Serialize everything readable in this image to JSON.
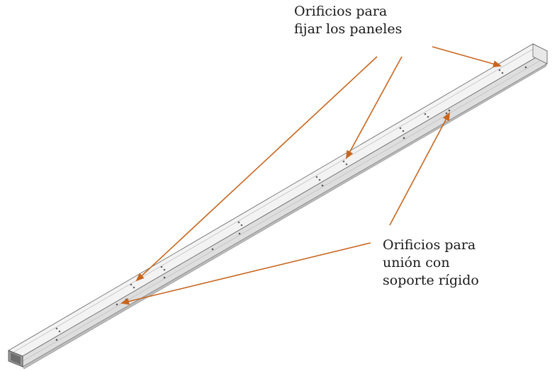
{
  "labels": {
    "top": [
      "Orificios para",
      "fijar los paneles"
    ],
    "bottom": [
      "Orificios para",
      "unión con",
      "soporte rígido"
    ]
  },
  "colors": {
    "arrow": "#c8661f",
    "beam_top": "#f2f2f2",
    "beam_side": "#dcdcdc",
    "beam_bottom": "#bdbdbd",
    "edge": "#555555"
  }
}
